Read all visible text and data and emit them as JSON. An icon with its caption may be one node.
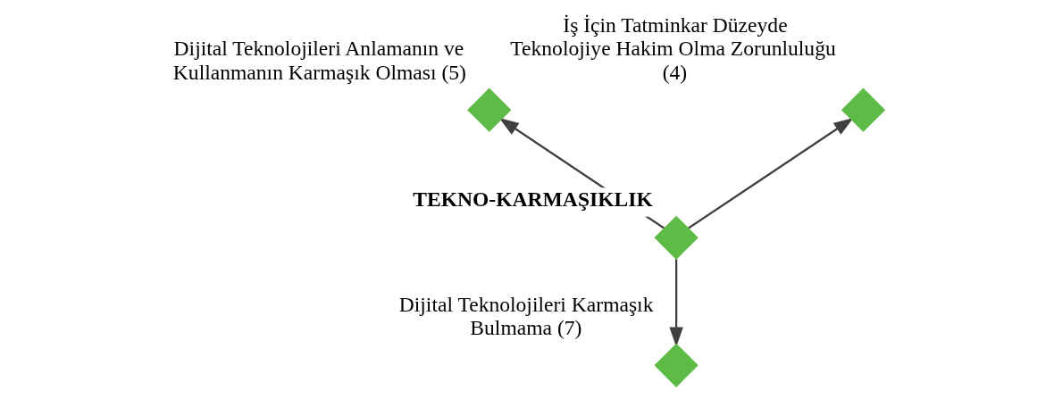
{
  "diagram": {
    "nodes": [
      {
        "text": [
          "Dijital Teknolojileri Anlamanın ve Kullanmanın Karmaşık Olması (5)"
        ]
      },
      {
        "text": [
          "İş İçin Tatminkar Düzeyde Teknolojiye Hakim Olma Zorunluluğu (4)"
        ]
      },
      {
        "text": [
          "TEKNO-KARMAŞIKLIK"
        ]
      },
      {
        "text": [
          "Dijital Teknolojileri Karmaşık Bulmama (7)"
        ]
      }
    ],
    "edges": [
      {
        "from": 2,
        "to": 0,
        "arrow": "to"
      },
      {
        "from": 2,
        "to": 1,
        "arrow": "to"
      },
      {
        "from": 2,
        "to": 3,
        "arrow": "to"
      }
    ]
  }
}
